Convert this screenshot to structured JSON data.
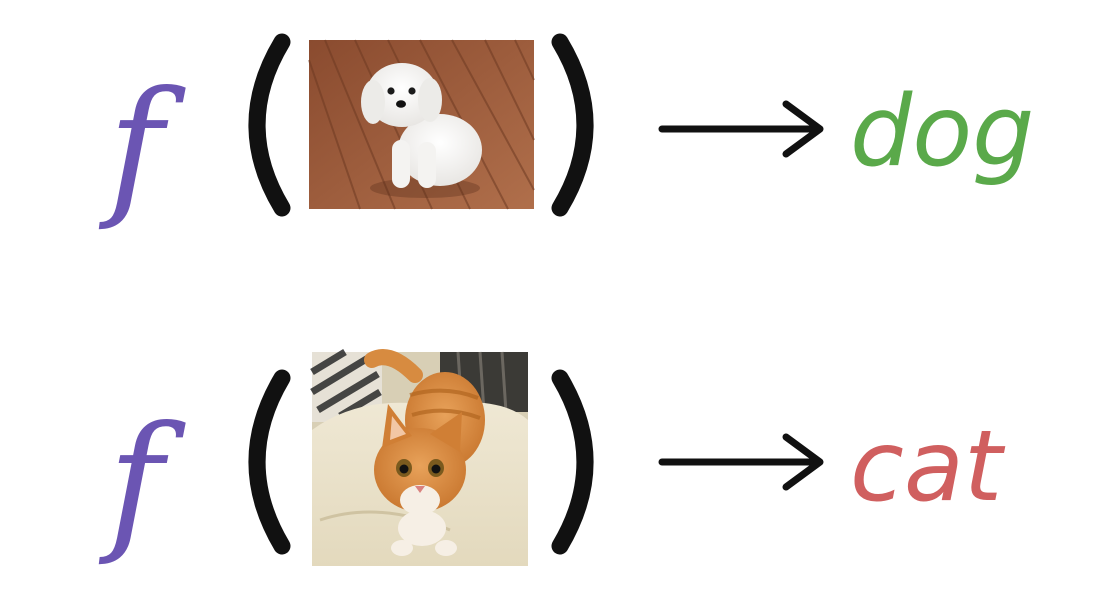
{
  "colors": {
    "function": "#6b55b3",
    "paren": "#111111",
    "arrow": "#111111",
    "dog_label": "#5aa94a",
    "cat_label": "#d05f5f",
    "background": "#ffffff"
  },
  "rows": [
    {
      "function_symbol": "f",
      "image_icon": "dog-photo-icon",
      "label": "dog"
    },
    {
      "function_symbol": "f",
      "image_icon": "cat-photo-icon",
      "label": "cat"
    }
  ]
}
